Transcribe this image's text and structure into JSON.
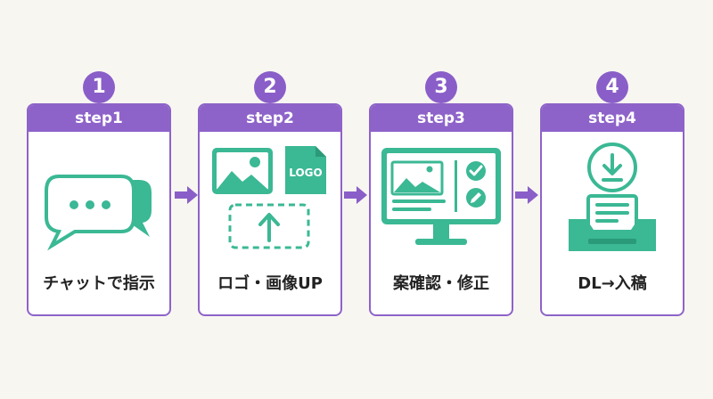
{
  "colors": {
    "accent": "#8e63c9",
    "icon_green": "#3bb894",
    "background": "#f8f6f1"
  },
  "steps": [
    {
      "number": "1",
      "header": "step1",
      "label": "チャットで指示",
      "icon": "chat-bubbles-icon"
    },
    {
      "number": "2",
      "header": "step2",
      "label": "ロゴ・画像UP",
      "icon": "image-logo-upload-icon",
      "logo_text": "LOGO"
    },
    {
      "number": "3",
      "header": "step3",
      "label": "案確認・修正",
      "icon": "monitor-review-icon"
    },
    {
      "number": "4",
      "header": "step4",
      "label": "DL→入稿",
      "icon": "download-tray-icon"
    }
  ]
}
